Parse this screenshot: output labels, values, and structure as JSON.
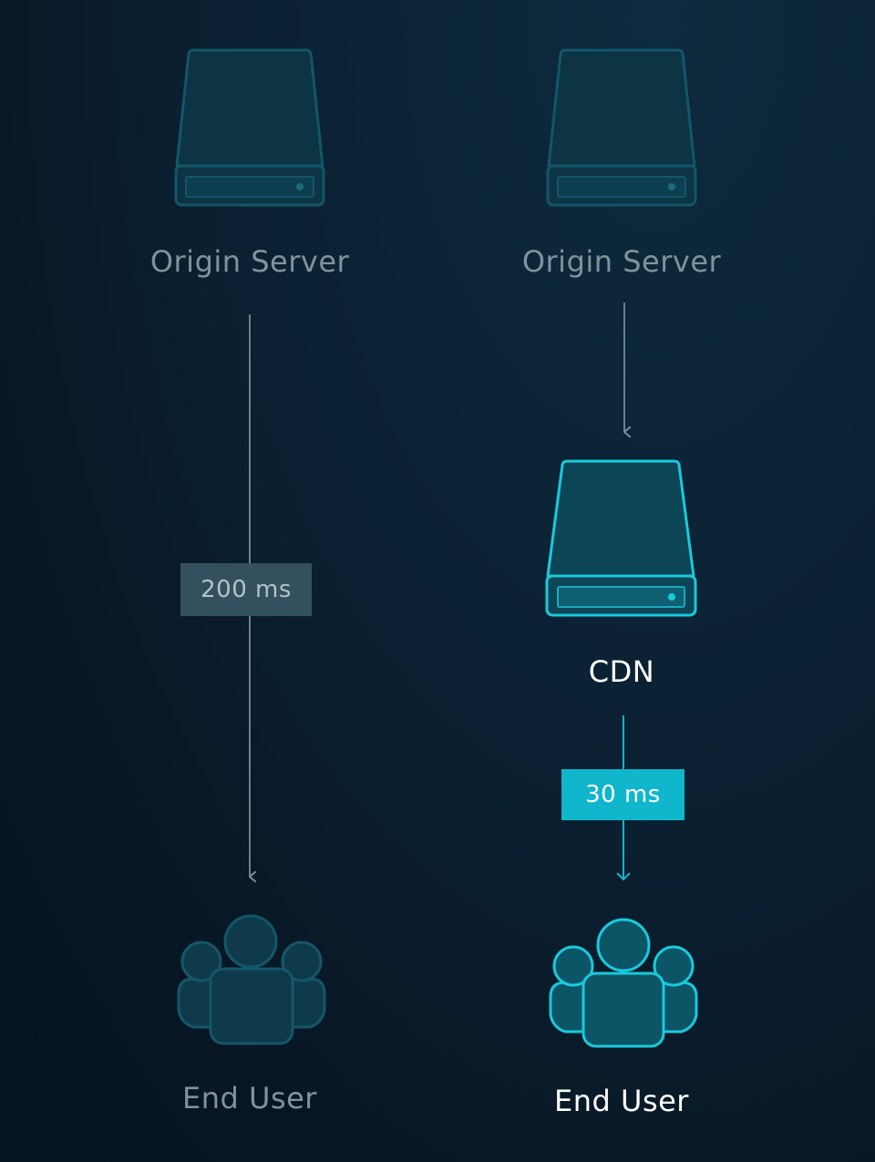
{
  "diagram": {
    "left": {
      "origin_label": "Origin Server",
      "latency": "200 ms",
      "end_label": "End User"
    },
    "right": {
      "origin_label": "Origin Server",
      "cdn_label": "CDN",
      "latency": "30 ms",
      "end_label": "End User"
    }
  },
  "colors": {
    "accent": "#0fb6cc",
    "muted_stroke": "#14596a",
    "bright_stroke": "#1ac9dc"
  }
}
